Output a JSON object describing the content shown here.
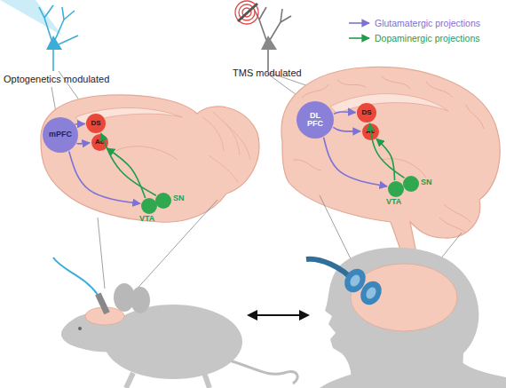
{
  "diagram": {
    "nodes": [
      {
        "text": [
          "mPFC"
        ]
      },
      {
        "text": [
          "DS"
        ]
      },
      {
        "text": [
          "Ac"
        ]
      },
      {
        "text": [
          "SN"
        ]
      },
      {
        "text": [
          "VTA"
        ]
      },
      {
        "text": [
          "DL PFC"
        ]
      },
      {
        "text": [
          "DS"
        ]
      },
      {
        "text": [
          "Ac"
        ]
      },
      {
        "text": [
          "SN"
        ]
      },
      {
        "text": [
          "VTA"
        ]
      }
    ],
    "edges": [
      {
        "from": 0,
        "to": 1,
        "arrow": "to"
      },
      {
        "from": 0,
        "to": 2,
        "arrow": "to"
      },
      {
        "from": 0,
        "to": 4,
        "arrow": "to"
      },
      {
        "from": 3,
        "to": 1,
        "arrow": "to"
      },
      {
        "from": 4,
        "to": 2,
        "arrow": "to"
      },
      {
        "from": 5,
        "to": 6,
        "arrow": "to"
      },
      {
        "from": 5,
        "to": 7,
        "arrow": "to"
      },
      {
        "from": 5,
        "to": 9,
        "arrow": "to"
      },
      {
        "from": 8,
        "to": 6,
        "arrow": "to"
      },
      {
        "from": 9,
        "to": 7,
        "arrow": "to"
      }
    ],
    "labels": [
      "Optogenetics modulated",
      "TMS modulated"
    ],
    "legend": [
      {
        "text": "Glutamatergic projections"
      },
      {
        "text": "Dopaminergic projections"
      }
    ]
  }
}
